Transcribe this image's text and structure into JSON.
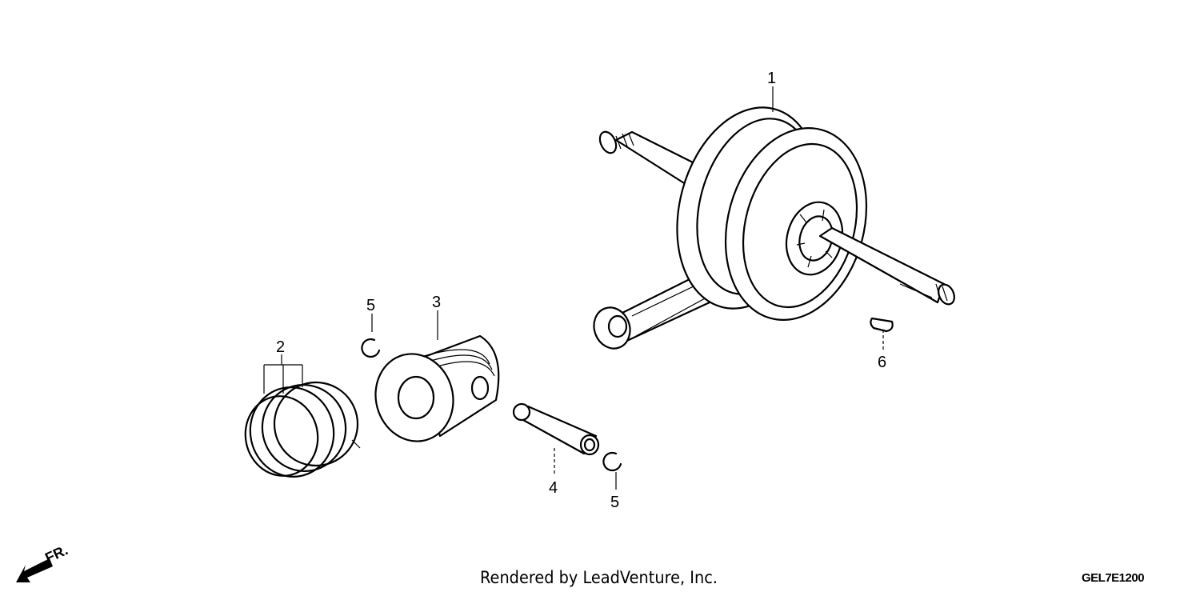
{
  "callouts": {
    "c1": "1",
    "c2": "2",
    "c3": "3",
    "c4": "4",
    "c5a": "5",
    "c5b": "5",
    "c6": "6"
  },
  "direction": {
    "label": "FR.",
    "icon": "front-direction-arrow-icon"
  },
  "footer": {
    "credit": "Rendered by LeadVenture, Inc.",
    "code": "GEL7E1200"
  }
}
